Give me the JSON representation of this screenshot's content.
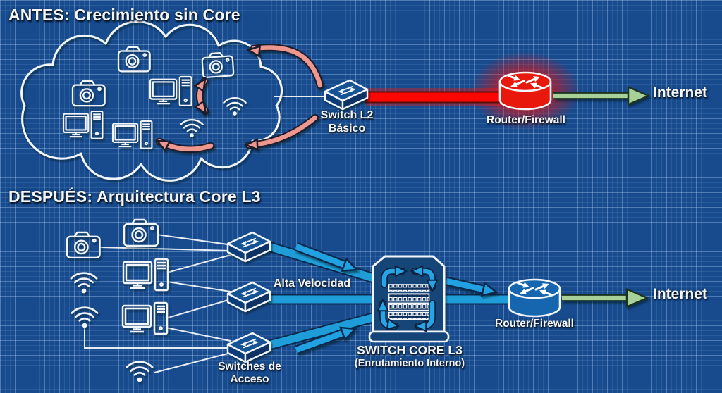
{
  "colors": {
    "background": "#174b8e",
    "device_outline": "#f2f5fa",
    "congestion_red": "#fb0703",
    "chaos_pink": "#ee978f",
    "highspeed_blue": "#1f9dd9",
    "internet_green": "#a7d199"
  },
  "before": {
    "title": "ANTES: Crecimiento sin Core",
    "switch_label": [
      "Switch L2",
      "Básico"
    ],
    "router_label": "Router/Firewall",
    "internet_label": "Internet"
  },
  "after": {
    "title": "DESPUÉS: Arquitectura Core L3",
    "link_label": "Alta Velocidad",
    "access_switches_label": [
      "Switches de",
      "Acceso"
    ],
    "core_switch_label": [
      "SWITCH CORE L3",
      "(Enrutamiento Interno)"
    ],
    "router_label": "Router/Firewall",
    "internet_label": "Internet"
  }
}
